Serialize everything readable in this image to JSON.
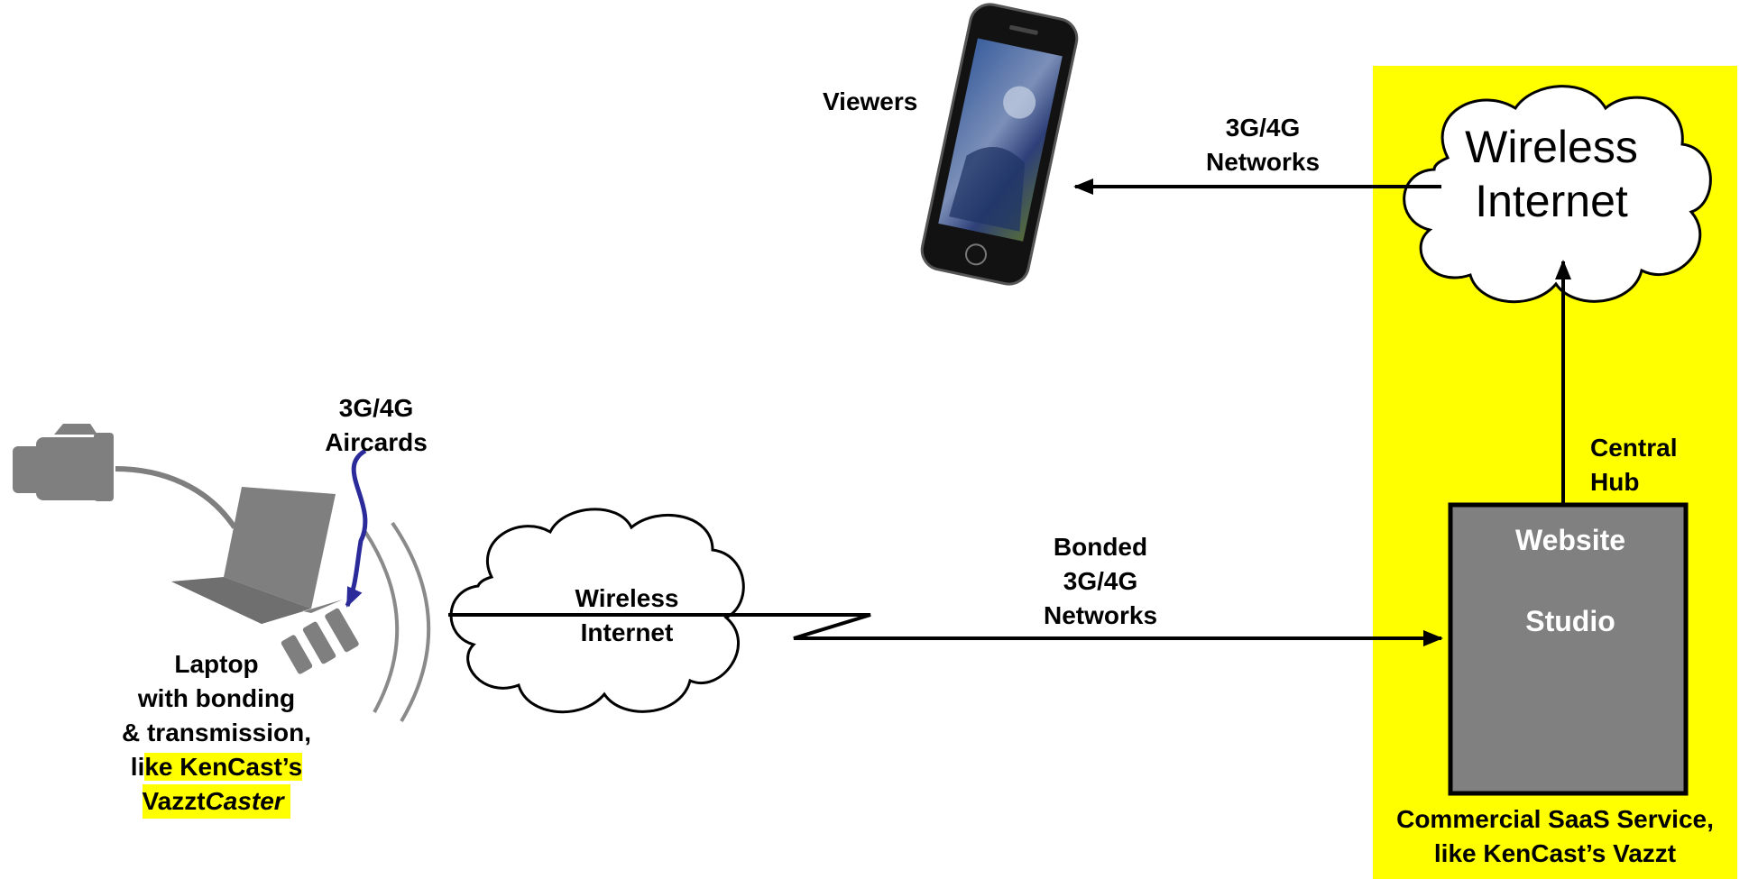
{
  "colors": {
    "saas_region": "#ffff00",
    "studio_box": "#808080",
    "studio_border": "#000000",
    "device_gray": "#7f7f7f",
    "aircard_arrow": "#2a2a9a",
    "label_highlight": "#ffff00",
    "line": "#000000"
  },
  "icons": {
    "camera": "video-camera-icon",
    "laptop": "laptop-icon",
    "aircards": "usb-aircard-icon",
    "phone": "smartphone-icon",
    "signal": "wireless-signal-icon",
    "cloud": "cloud-icon"
  },
  "labels": {
    "viewers": "Viewers",
    "top_networks": [
      "3G/4G",
      "Networks"
    ],
    "cloud_top": [
      "Wireless",
      "Internet"
    ],
    "central_hub": [
      "Central",
      "Hub"
    ],
    "aircards": [
      "3G/4G",
      "Aircards"
    ],
    "cloud_mid": [
      "Wireless",
      "Internet"
    ],
    "bonded_networks": [
      "Bonded",
      "3G/4G",
      "Networks"
    ],
    "studio_box": {
      "website": "Website",
      "studio": "Studio"
    },
    "laptop_desc": {
      "line1": "Laptop",
      "line2": "with bonding",
      "line3": "& transmission,",
      "line4_prefix": "li",
      "line4_highlight": "ke KenCast’s",
      "line5_main": "Vazzt",
      "line5_italic": "Caster"
    },
    "saas": [
      "Commercial SaaS Service,",
      "like KenCast’s Vazzt"
    ]
  }
}
